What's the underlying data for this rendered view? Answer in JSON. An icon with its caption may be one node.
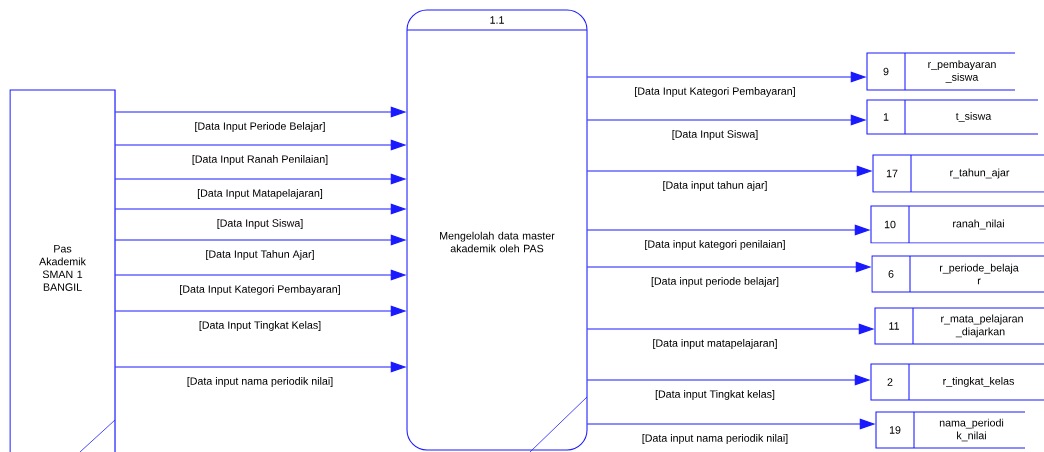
{
  "diagram": {
    "nodes": [
      {
        "text": [
          "Pas Akademik SMAN 1 BANGIL"
        ]
      },
      {
        "text": [
          "1.1",
          "Mengelolah data master akademik oleh PAS"
        ]
      },
      {
        "text": [
          "9",
          "r_pembayaran _siswa"
        ]
      },
      {
        "text": [
          "1",
          "t_siswa"
        ]
      },
      {
        "text": [
          "17",
          "r_tahun_ajar"
        ]
      },
      {
        "text": [
          "10",
          "ranah_nilai"
        ]
      },
      {
        "text": [
          "6",
          "r_periode_belaja r"
        ]
      },
      {
        "text": [
          "11",
          "r_mata_pelajaran _diajarkan"
        ]
      },
      {
        "text": [
          "2",
          "r_tingkat_kelas"
        ]
      },
      {
        "text": [
          "19",
          "nama_periodi k_nilai"
        ]
      }
    ],
    "edges": [
      {
        "from": 0,
        "to": 1,
        "arrow": "to",
        "label": "[Data Input Periode Belajar]"
      },
      {
        "from": 0,
        "to": 1,
        "arrow": "to",
        "label": "[Data Input Ranah Penilaian]"
      },
      {
        "from": 0,
        "to": 1,
        "arrow": "to",
        "label": "[Data Input Matapelajaran]"
      },
      {
        "from": 0,
        "to": 1,
        "arrow": "to",
        "label": "[Data Input Siswa]"
      },
      {
        "from": 0,
        "to": 1,
        "arrow": "to",
        "label": "[Data Input Tahun Ajar]"
      },
      {
        "from": 0,
        "to": 1,
        "arrow": "to",
        "label": "[Data Input Kategori Pembayaran]"
      },
      {
        "from": 0,
        "to": 1,
        "arrow": "to",
        "label": "[Data Input Tingkat Kelas]"
      },
      {
        "from": 0,
        "to": 1,
        "arrow": "to",
        "label": "[Data input nama periodik nilai]"
      },
      {
        "from": 1,
        "to": 2,
        "arrow": "to",
        "label": "[Data Input Kategori Pembayaran]"
      },
      {
        "from": 1,
        "to": 3,
        "arrow": "to",
        "label": "[Data Input Siswa]"
      },
      {
        "from": 1,
        "to": 4,
        "arrow": "to",
        "label": "[Data input tahun ajar]"
      },
      {
        "from": 1,
        "to": 5,
        "arrow": "to",
        "label": "[Data input kategori penilaian]"
      },
      {
        "from": 1,
        "to": 6,
        "arrow": "to",
        "label": "[Data input periode belajar]"
      },
      {
        "from": 1,
        "to": 7,
        "arrow": "to",
        "label": "[Data input matapelajaran]"
      },
      {
        "from": 1,
        "to": 8,
        "arrow": "to",
        "label": "[Data input Tingkat kelas]"
      },
      {
        "from": 1,
        "to": 9,
        "arrow": "to",
        "label": "[Data input nama periodik nilai]"
      }
    ]
  }
}
